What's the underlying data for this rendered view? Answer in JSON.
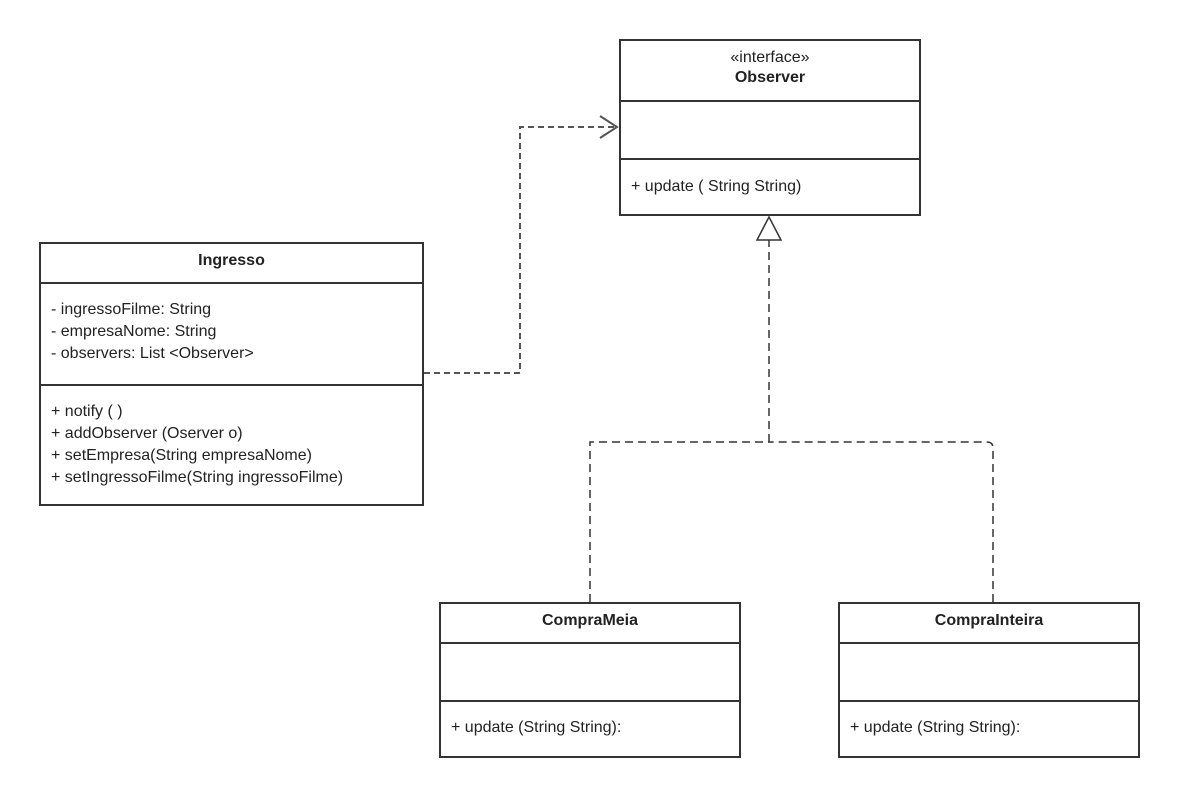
{
  "classes": {
    "observer": {
      "stereotype": "«interface»",
      "name": "Observer",
      "attributes": [],
      "methods": [
        "+ update ( String String)"
      ]
    },
    "ingresso": {
      "stereotype": "",
      "name": "Ingresso",
      "attributes": [
        "- ingressoFilme: String",
        "- empresaNome: String",
        "- observers: List <Observer>"
      ],
      "methods": [
        "+ notify ( )",
        "+ addObserver (Oserver o)",
        "+ setEmpresa(String empresaNome)",
        "+ setIngressoFilme(String ingressoFilme)"
      ]
    },
    "compra_meia": {
      "stereotype": "",
      "name": "CompraMeia",
      "attributes": [],
      "methods": [
        "+ update (String String):"
      ]
    },
    "compra_inteira": {
      "stereotype": "",
      "name": "CompraInteira",
      "attributes": [],
      "methods": [
        "+ update (String String):"
      ]
    }
  },
  "relationships": [
    {
      "type": "dependency",
      "from": "Ingresso",
      "to": "Observer"
    },
    {
      "type": "realization",
      "from": "CompraMeia",
      "to": "Observer"
    },
    {
      "type": "realization",
      "from": "CompraInteira",
      "to": "Observer"
    }
  ],
  "colors": {
    "line": "#555555",
    "border": "#333333",
    "text": "#222222"
  }
}
